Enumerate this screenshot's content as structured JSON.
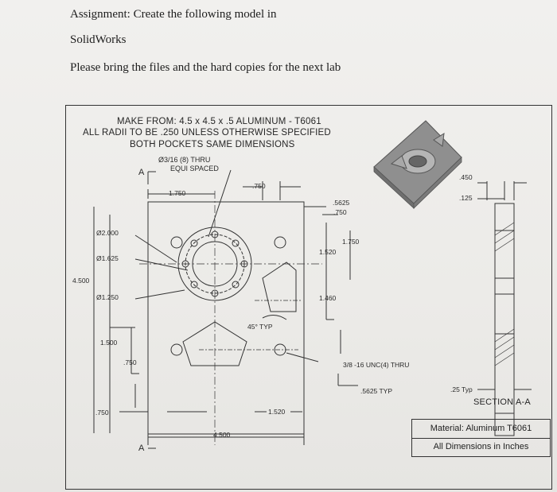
{
  "header": {
    "line1": "Assignment: Create the following model in",
    "line2": "SolidWorks",
    "line3": "Please bring the files and the hard copies for the next lab"
  },
  "notes": {
    "make_from": "MAKE FROM: 4.5 x 4.5 x .5 ALUMINUM - T6061",
    "radii": "ALL RADII TO BE .250 UNLESS OTHERWISE SPECIFIED",
    "pockets": "BOTH POCKETS SAME DIMENSIONS",
    "holes1": "Ø3/16  (8) THRU",
    "holes2": "EQUI SPACED"
  },
  "dims": {
    "d1750a": "1.750",
    "d750a": ".750",
    "d5625": ".5625",
    "d750b": ".750",
    "dia2000": "Ø2.000",
    "dia1625": "Ø1.625",
    "dia1250": "Ø1.250",
    "d4500v": "4.500",
    "d1750b": "1.750",
    "d1520a": "1.520",
    "d1460": "1.460",
    "angle": "45° TYP",
    "d1500": "1.500",
    "d750c": ".750",
    "d750d": ".750",
    "d1520b": "1.520",
    "d4500h": "4.500",
    "tap": "3/8 -16 UNC(4) THRU",
    "d5625typ": ".5625  TYP",
    "d450": ".450",
    "d125": ".125",
    "d25typ": ".25  Typ",
    "sect_a1": "A",
    "sect_a2": "A"
  },
  "section_label": "SECTION  A-A",
  "title_block": {
    "material": "Material: Aluminum T6061",
    "units": "All Dimensions in Inches"
  }
}
